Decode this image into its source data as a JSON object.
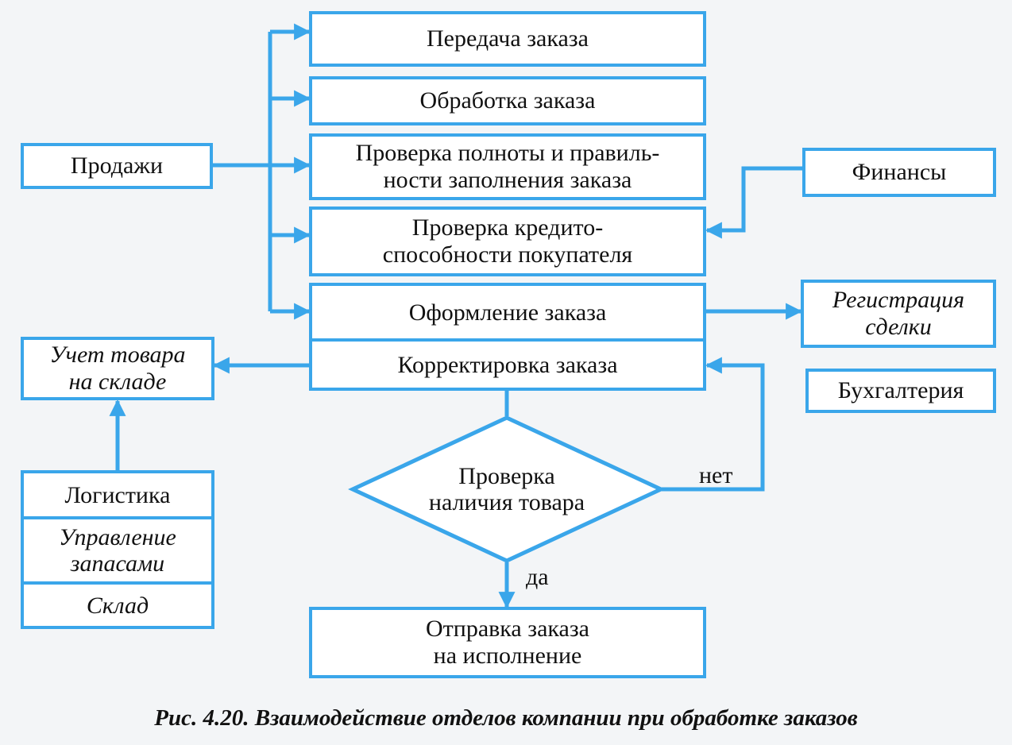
{
  "colors": {
    "accent": "#3aa6ea",
    "box_fill": "#ffffff",
    "text": "#111111"
  },
  "boxes": {
    "prodazhi": "Продажи",
    "peredacha": "Передача заказа",
    "obrabotka": "Обработка заказа",
    "proverka_polnoty": [
      "Проверка полноты и правиль-",
      "ности заполнения заказа"
    ],
    "proverka_kredit": [
      "Проверка кредито-",
      "способности покупателя"
    ],
    "oformlenie": "Оформление заказа",
    "korrektirovka": "Корректировка заказа",
    "finansy": "Финансы",
    "registraciya": [
      "Регистрация",
      "сделки"
    ],
    "buhgalteriya": "Бухгалтерия",
    "uchet": [
      "Учет товара",
      "на складе"
    ],
    "logistika": "Логистика",
    "upravlenie": [
      "Управление",
      "запасами"
    ],
    "sklad": "Склад",
    "otpravka": [
      "Отправка заказа",
      "на исполнение"
    ]
  },
  "decision": {
    "label": [
      "Проверка",
      "наличия товара"
    ],
    "no": "нет",
    "yes": "да"
  },
  "caption": {
    "number": "Рис. 4.20.",
    "text": "Взаимодействие отделов компании при обработке заказов"
  }
}
